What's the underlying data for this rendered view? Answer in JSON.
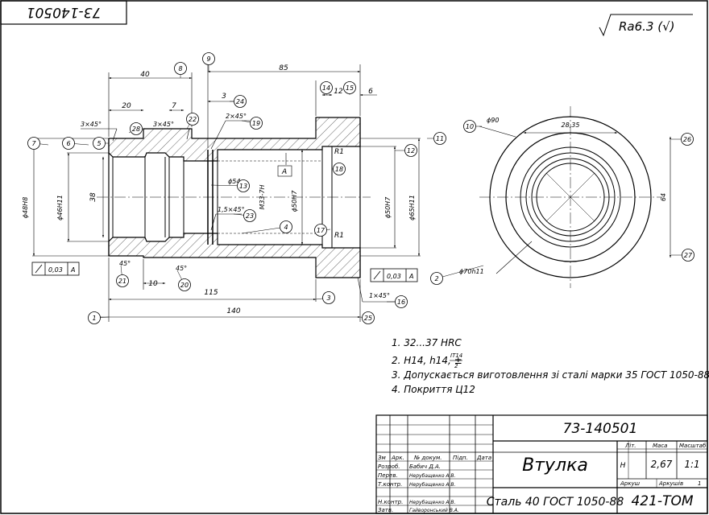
{
  "drawing": {
    "stamp_number": "73-140501",
    "roughness": "Ra6.3 (√)",
    "dimensions": {
      "d40": "40",
      "d20": "20",
      "d7": "7",
      "d3": "3",
      "d85": "85",
      "d12": "12",
      "d6": "6",
      "d10": "10",
      "d115": "115",
      "d140": "140",
      "d38": "38",
      "d28_35": "28,35",
      "ch1": "3×45°",
      "ch2": "3×45°",
      "ch3": "2×45°",
      "ch4": "1,5×45°",
      "ch5": "1×45°",
      "ang1": "45°",
      "ang2": "45°",
      "phi48": "ϕ48H8",
      "phi46": "ϕ46H11",
      "phi54": "ϕ54",
      "m33": "M33-7H",
      "phi50": "ϕ50H7",
      "phi50b": "ϕ50H7",
      "phi65": "ϕ65H11",
      "phi90": "ϕ90",
      "phi70": "ϕ70h11",
      "d64": "64",
      "r1a": "R1",
      "r1b": "R1",
      "base": "A",
      "tol1": "0,03",
      "tol2": "0,03",
      "tolA1": "A",
      "tolA2": "A"
    },
    "balloons": [
      "1",
      "2",
      "3",
      "4",
      "5",
      "6",
      "7",
      "8",
      "9",
      "10",
      "11",
      "12",
      "13",
      "14",
      "15",
      "16",
      "17",
      "18",
      "19",
      "20",
      "21",
      "22",
      "23",
      "24",
      "25",
      "26",
      "27",
      "28"
    ],
    "notes": [
      "1. 32...37 HRC",
      "2. H14, h14, ±",
      "3. Допускається виготовлення зі сталі марки 35 ГОСТ 1050-88",
      "4. Покриття Ц12"
    ],
    "note2_frac": {
      "num": "IT14",
      "den": "2"
    }
  },
  "title_block": {
    "doc_number": "73-140501",
    "title": "Втулка",
    "material": "Сталь 40 ГОСТ 1050-88",
    "org": "421-ТОМ",
    "headers": {
      "zm": "Зм",
      "ark": "Арк.",
      "doc": "№ докум.",
      "sign": "Підп.",
      "date": "Дата"
    },
    "lit_label": "Літ.",
    "mass_label": "Маса",
    "scale_label": "Масштаб",
    "lit": "Н",
    "mass": "2,67",
    "scale": "1:1",
    "sheet_label": "Аркуш",
    "sheets_label": "Аркушів",
    "sheets": "1",
    "roles": [
      {
        "role": "Розроб.",
        "name": "Бабич Д.А."
      },
      {
        "role": "Перев.",
        "name": "Нерубащенко А.В."
      },
      {
        "role": "Т.контр.",
        "name": "Нерубащенко А.В."
      },
      {
        "role": "Н.контр.",
        "name": "Нерубащенко А.В."
      },
      {
        "role": "Затв.",
        "name": "Гайворонський В.А."
      }
    ]
  }
}
